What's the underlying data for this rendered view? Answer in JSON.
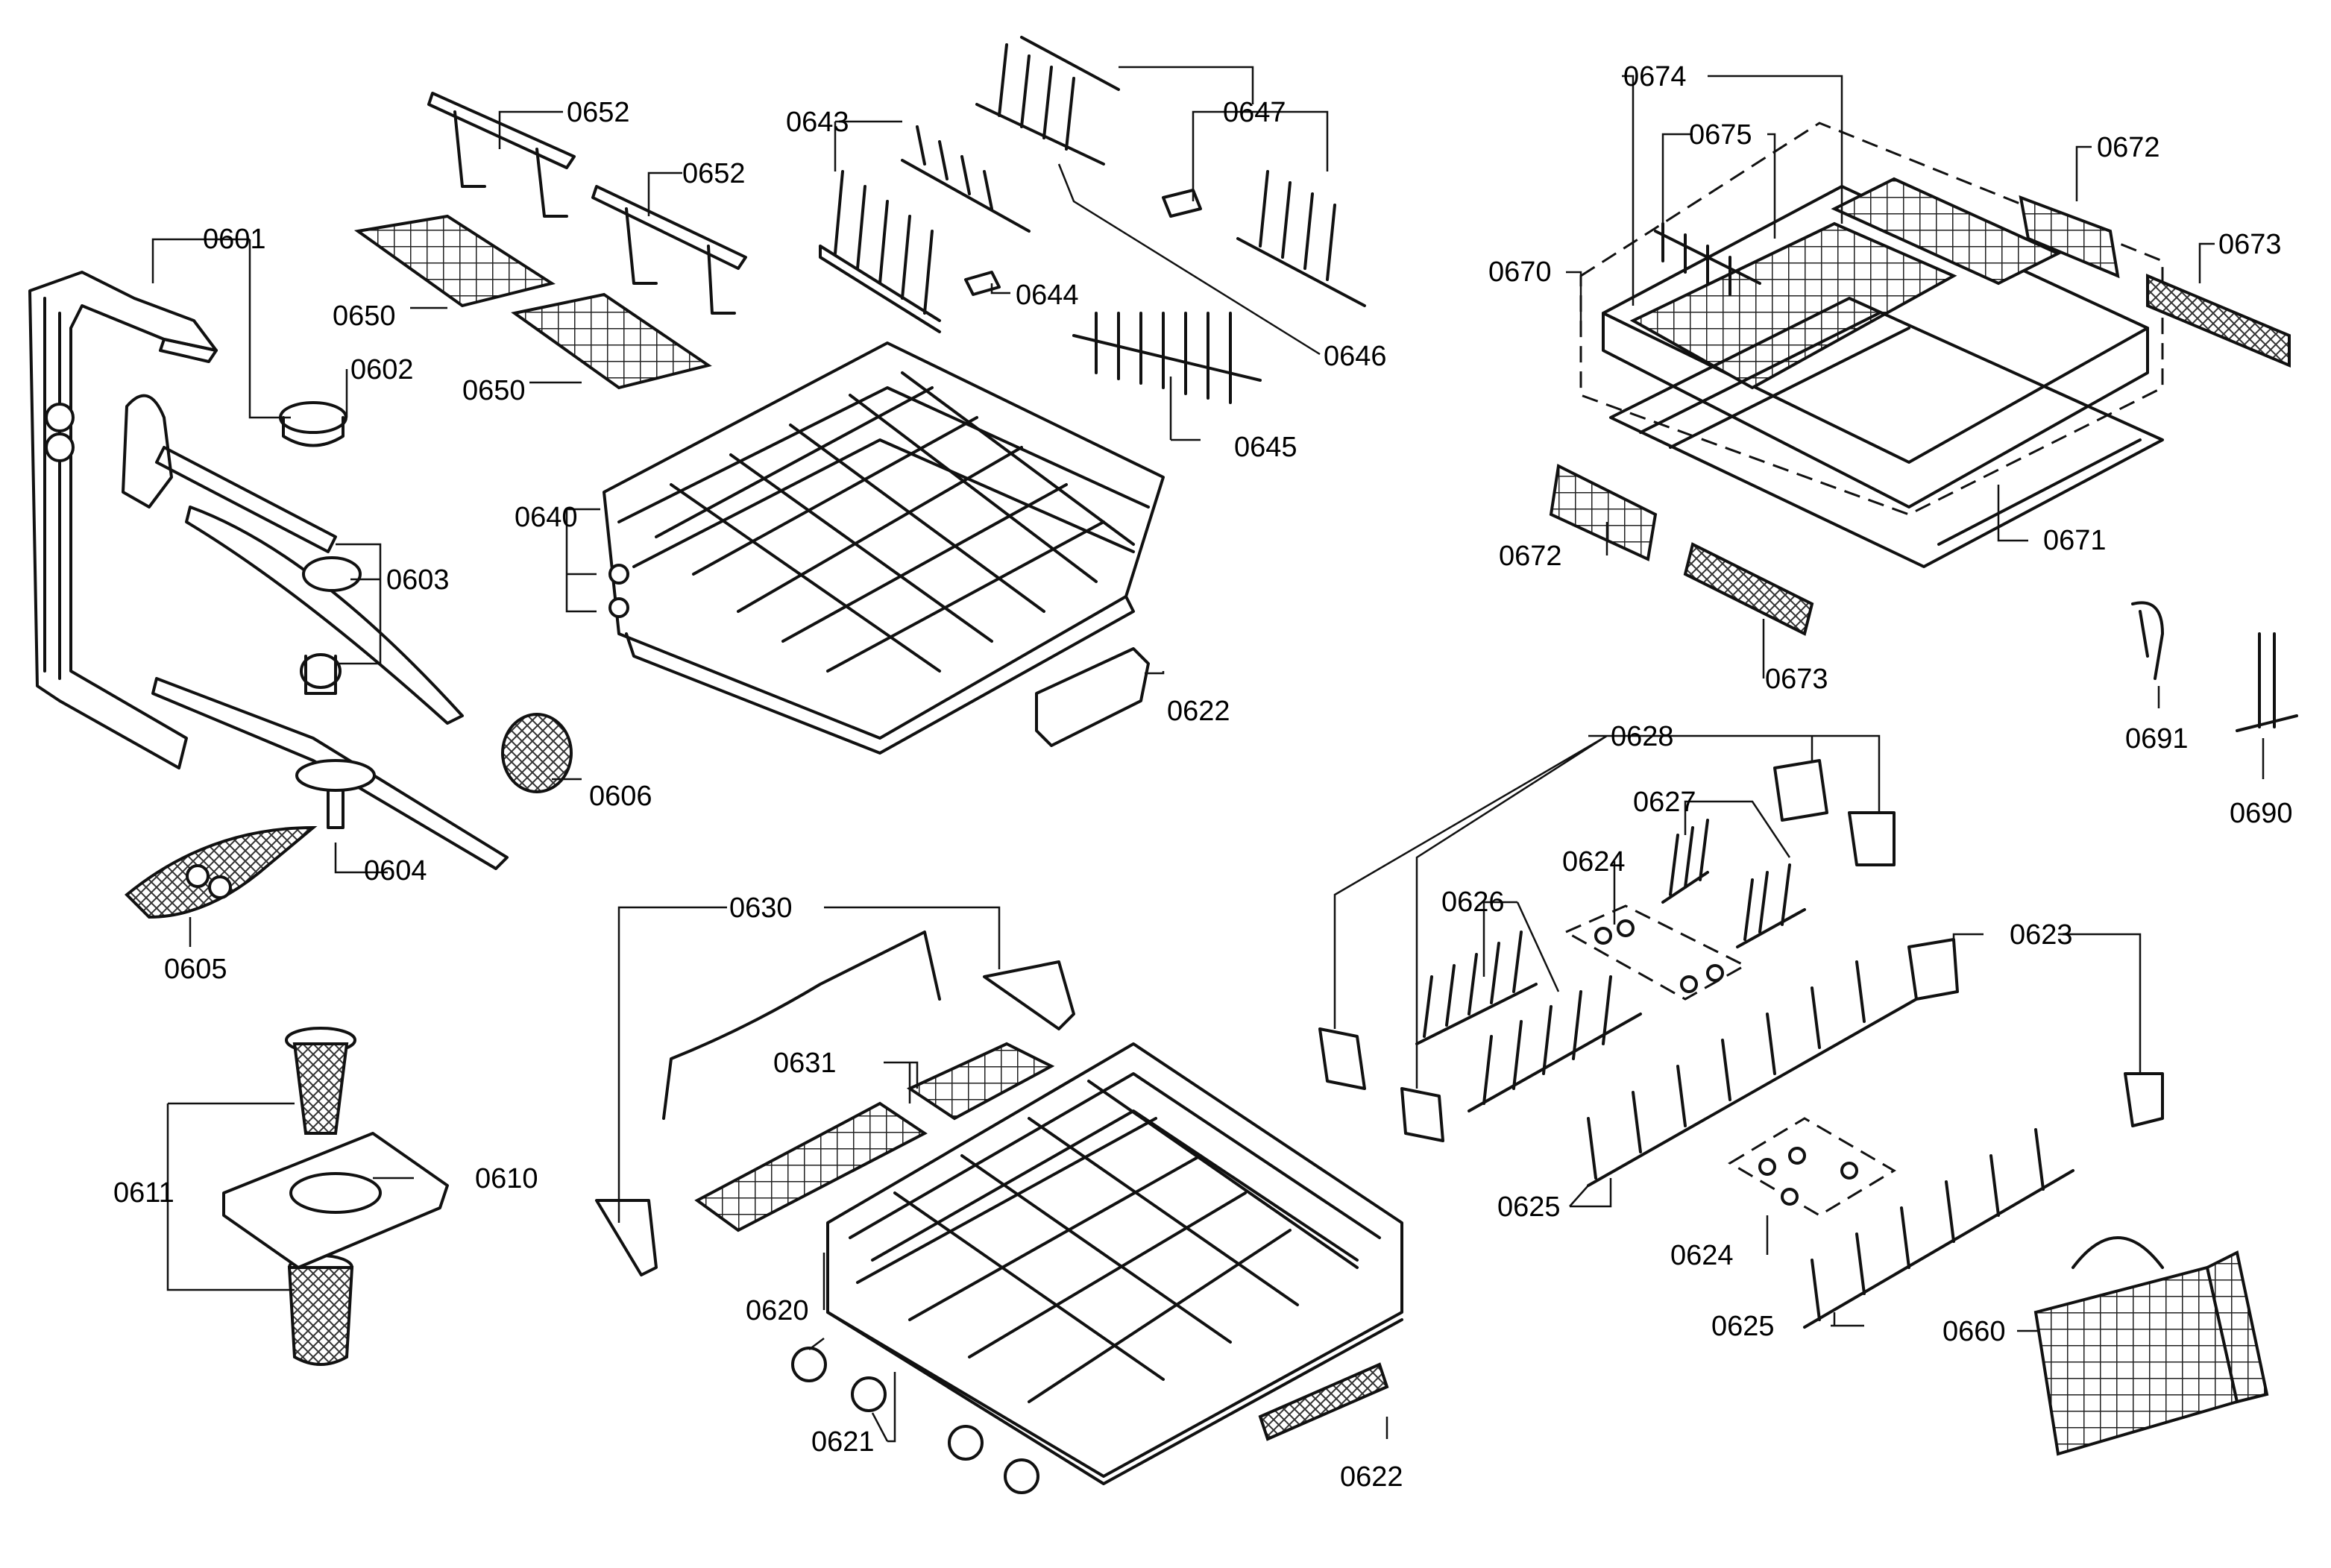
{
  "labels": {
    "l0601": "0601",
    "l0602": "0602",
    "l0603": "0603",
    "l0604": "0604",
    "l0605": "0605",
    "l0606": "0606",
    "l0610": "0610",
    "l0611": "0611",
    "l0620": "0620",
    "l0621": "0621",
    "l0622a": "0622",
    "l0622b": "0622",
    "l0623": "0623",
    "l0624a": "0624",
    "l0624b": "0624",
    "l0625a": "0625",
    "l0625b": "0625",
    "l0626": "0626",
    "l0627": "0627",
    "l0628": "0628",
    "l0630": "0630",
    "l0631": "0631",
    "l0640": "0640",
    "l0643": "0643",
    "l0644": "0644",
    "l0645": "0645",
    "l0646": "0646",
    "l0647": "0647",
    "l0650a": "0650",
    "l0650b": "0650",
    "l0652a": "0652",
    "l0652b": "0652",
    "l0660": "0660",
    "l0670": "0670",
    "l0671": "0671",
    "l0672a": "0672",
    "l0672b": "0672",
    "l0673a": "0673",
    "l0673b": "0673",
    "l0674": "0674",
    "l0675": "0675",
    "l0690": "0690",
    "l0691": "0691"
  },
  "colors": {
    "line": "#111111",
    "background": "#ffffff"
  }
}
